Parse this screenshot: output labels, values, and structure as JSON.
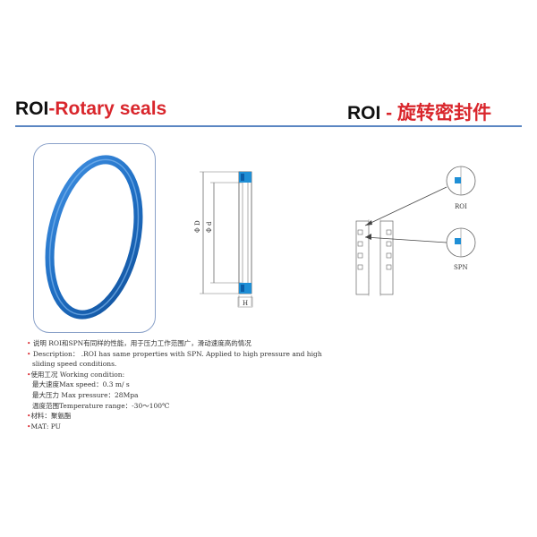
{
  "header": {
    "left_code": "ROI",
    "left_name": "-Rotary seals",
    "right_code": "ROI",
    "right_name": " - 旋转密封件"
  },
  "drawing": {
    "dim_outer": "Φ D",
    "dim_inner": "Φ d",
    "dim_width": "H"
  },
  "install": {
    "label_top": "ROI",
    "label_bottom": "SPN"
  },
  "description": {
    "bullet": "•",
    "line1": "说明 ROI和SPN有同样的性能，用于压力工作范围广，滑动速度高的情况",
    "line2": "Description： .ROI has same properties with SPN. Applied to high pressure and high",
    "line3": "sliding speed conditions.",
    "line4": "使用工况 Working condition:",
    "line5": "最大速度Max speed：0.3 m/ s",
    "line6": "最大压力 Max pressure：28Mpa",
    "line7": "温度范围Temperature range：-30～100℃",
    "line8": "材料：聚氨酯",
    "line9": "MAT: PU"
  },
  "colors": {
    "accent_red": "#d9262c",
    "ring_blue": "#1f6fc4",
    "rule_blue": "#5a86c2"
  }
}
